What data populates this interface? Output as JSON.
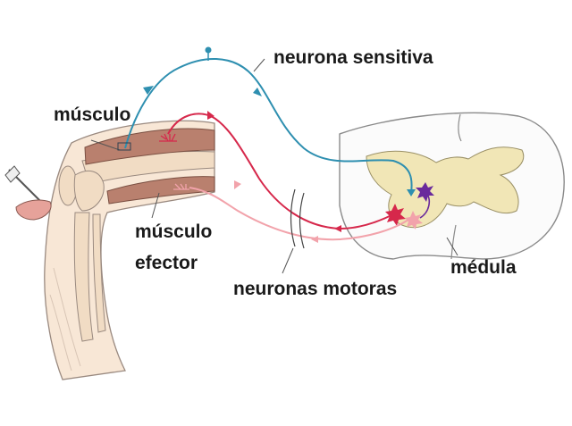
{
  "labels": {
    "neurona_sensitiva": "neurona sensitiva",
    "musculo": "músculo",
    "musculo_efector_line1": "músculo",
    "musculo_efector_line2": "efector",
    "medula": "médula",
    "neuronas_motoras": "neuronas motoras"
  },
  "colors": {
    "sensory_neuron": "#2e8fb0",
    "motor_neuron_red": "#d6284b",
    "motor_neuron_pink": "#f2a3ab",
    "interneuron": "#6a2a9c",
    "muscle": "#b9806e",
    "bone": "#f1dcc4",
    "grey_matter": "#f1e6b6",
    "outline": "#8a8a8a"
  }
}
